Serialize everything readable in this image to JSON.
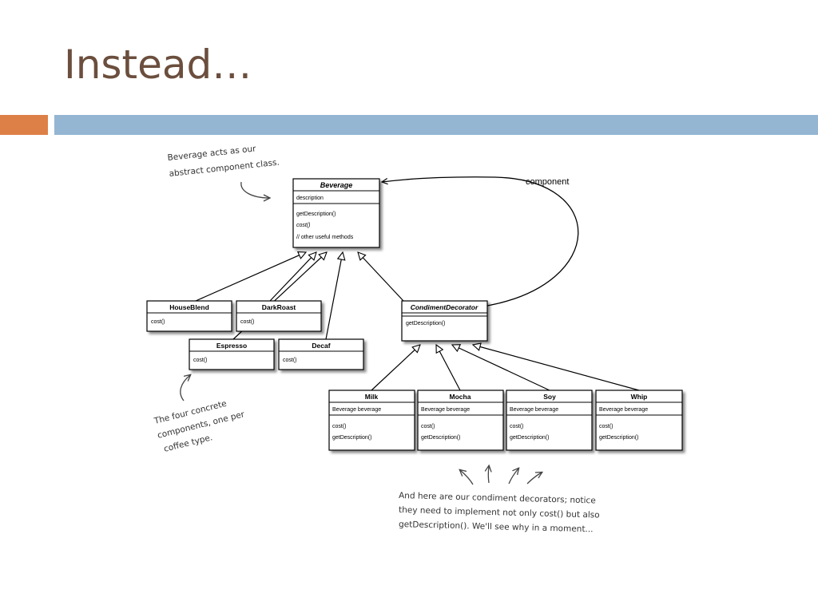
{
  "slide": {
    "title": "Instead…"
  },
  "colors": {
    "title": "#6b4e3d",
    "accent_orange": "#dd8047",
    "accent_blue": "#94b6d2"
  },
  "diagram": {
    "association_label": "component",
    "classes": {
      "beverage": {
        "name": "Beverage",
        "attributes": [
          "description"
        ],
        "methods": [
          "getDescription()",
          "cost()",
          "// other useful methods"
        ]
      },
      "houseblend": {
        "name": "HouseBlend",
        "methods": [
          "cost()"
        ]
      },
      "darkroast": {
        "name": "DarkRoast",
        "methods": [
          "cost()"
        ]
      },
      "espresso": {
        "name": "Espresso",
        "methods": [
          "cost()"
        ]
      },
      "decaf": {
        "name": "Decaf",
        "methods": [
          "cost()"
        ]
      },
      "condiment": {
        "name": "CondimentDecorator",
        "methods": [
          "getDescription()"
        ]
      },
      "milk": {
        "name": "Milk",
        "attributes": [
          "Beverage beverage"
        ],
        "methods": [
          "cost()",
          "getDescription()"
        ]
      },
      "mocha": {
        "name": "Mocha",
        "attributes": [
          "Beverage beverage"
        ],
        "methods": [
          "cost()",
          "getDescription()"
        ]
      },
      "soy": {
        "name": "Soy",
        "attributes": [
          "Beverage beverage"
        ],
        "methods": [
          "cost()",
          "getDescription()"
        ]
      },
      "whip": {
        "name": "Whip",
        "attributes": [
          "Beverage beverage"
        ],
        "methods": [
          "cost()",
          "getDescription()"
        ]
      }
    },
    "notes": {
      "abstract": [
        "Beverage acts as our",
        "abstract component class."
      ],
      "concrete": [
        "The four concrete",
        "components, one per",
        "coffee type."
      ],
      "decorators": [
        "And here are our condiment decorators; notice",
        "they need to implement not only cost() but also",
        "getDescription(). We'll see why in a moment..."
      ]
    }
  }
}
